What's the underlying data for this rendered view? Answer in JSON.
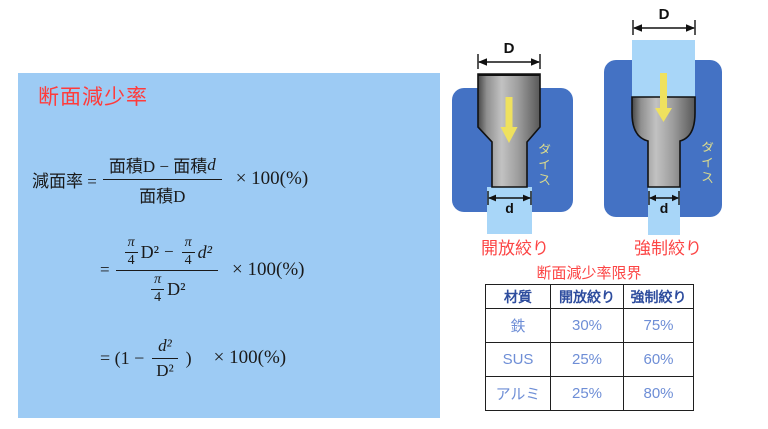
{
  "colors": {
    "panel_bg": "#9DCBF4",
    "die_blue": "#4472C4",
    "workpiece_light_blue": "#A8D6F8",
    "red_text": "#FC4545",
    "table_header_text": "#2E4D9E",
    "table_value_text": "#6E8ED6",
    "arrow_yellow": "#EFE15E",
    "die_label_text": "#D8D98E"
  },
  "panel": {
    "title": "断面減少率",
    "formula1": {
      "lhs": "減面率 =",
      "num_pre": "面積D − 面積",
      "num_var": "d",
      "den": "面積D",
      "tail": "× 100(%)"
    },
    "formula2": {
      "eq": "=",
      "pi": "π",
      "four": "4",
      "D_sq": "D²",
      "d_sq": "d²",
      "minus": "−",
      "tail": "× 100(%)"
    },
    "formula3": {
      "open": "= (1 −",
      "num": "d²",
      "den": "D²",
      "close": ")",
      "tail": "× 100(%)"
    }
  },
  "diagrams": [
    {
      "caption": "開放絞り",
      "diameter_top": "D",
      "diameter_bottom": "d",
      "die_label": "ダイス"
    },
    {
      "caption": "強制絞り",
      "diameter_top": "D",
      "diameter_bottom": "d",
      "die_label": "ダイス"
    }
  ],
  "table": {
    "title": "断面減少率限界",
    "headers": [
      "材質",
      "開放絞り",
      "強制絞り"
    ],
    "rows": [
      [
        "鉄",
        "30%",
        "75%"
      ],
      [
        "SUS",
        "25%",
        "60%"
      ],
      [
        "アルミ",
        "25%",
        "80%"
      ]
    ]
  }
}
